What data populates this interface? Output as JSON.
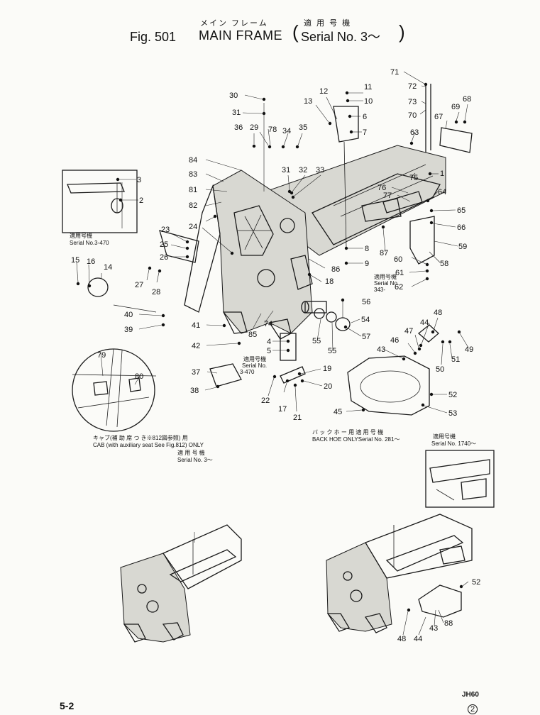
{
  "header": {
    "fig_no": "Fig. 501",
    "title_jp": "メイン フレーム",
    "title_en": "MAIN FRAME",
    "serial_jp": "適 用 号 機",
    "serial_en": "Serial No. 3～"
  },
  "notes": {
    "inset_serial_jp": "適用号機",
    "inset_serial": "Serial No.3-470",
    "serial_343_jp": "適用号機",
    "serial_343_a": "Serial No.",
    "serial_343_b": "343-",
    "serial_3470_jp": "適用号機",
    "serial_3470_a": "Serial No.",
    "serial_3470_b": "3-470",
    "cab_jp": "キャブ(補 助 席 つ き※812図参照) 用",
    "cab_en": "CAB (with auxiliary seat See Fig.812) ONLY",
    "cab_serial_jp": "適 用 号 機",
    "cab_serial": "Serial No. 3～",
    "backhoe_jp": "バ ッ ク ホ ー 用 適 用 号 機",
    "backhoe_en": "BACK HOE ONLYSerial No. 281～",
    "inset2_serial_jp": "適用号機",
    "inset2_serial": "Serial No. 1740～"
  },
  "callouts": [
    "1",
    "2",
    "3",
    "4",
    "5",
    "6",
    "7",
    "8",
    "8",
    "9",
    "10",
    "11",
    "12",
    "13",
    "14",
    "15",
    "16",
    "17",
    "18",
    "18",
    "19",
    "20",
    "21",
    "22",
    "23",
    "24",
    "25",
    "26",
    "27",
    "28",
    "29",
    "30",
    "31",
    "31",
    "32",
    "33",
    "34",
    "35",
    "36",
    "37",
    "38",
    "39",
    "40",
    "41",
    "42",
    "43",
    "43",
    "44",
    "44",
    "45",
    "46",
    "47",
    "48",
    "48",
    "49",
    "50",
    "51",
    "52",
    "52",
    "53",
    "54",
    "55",
    "55",
    "56",
    "57",
    "58",
    "59",
    "60",
    "61",
    "62",
    "63",
    "64",
    "65",
    "66",
    "67",
    "68",
    "69",
    "70",
    "71",
    "72",
    "73",
    "74",
    "75",
    "76",
    "77",
    "78",
    "79",
    "80",
    "81",
    "82",
    "83",
    "84",
    "85",
    "86",
    "87",
    "88"
  ],
  "footer": {
    "page": "5-2",
    "model": "JH60",
    "revision": "2"
  }
}
